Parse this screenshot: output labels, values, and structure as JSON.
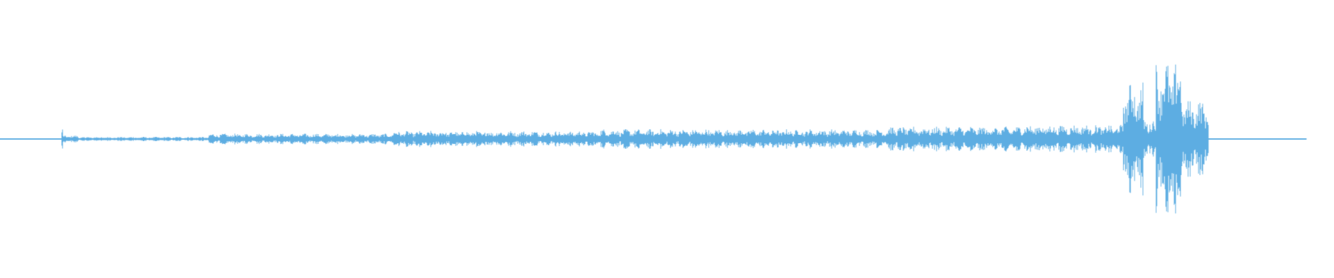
{
  "waveform": {
    "color": "#5dade2",
    "background": "#ffffff",
    "envelope_segments": [
      {
        "from": 0.0,
        "to": 0.047,
        "amp": 0.004
      },
      {
        "from": 0.047,
        "to": 0.048,
        "amp": 0.06
      },
      {
        "from": 0.048,
        "to": 0.06,
        "amp": 0.02
      },
      {
        "from": 0.06,
        "to": 0.16,
        "amp": 0.012
      },
      {
        "from": 0.16,
        "to": 0.3,
        "amp": 0.03
      },
      {
        "from": 0.3,
        "to": 0.46,
        "amp": 0.045
      },
      {
        "from": 0.46,
        "to": 0.68,
        "amp": 0.055
      },
      {
        "from": 0.68,
        "to": 0.78,
        "amp": 0.07
      },
      {
        "from": 0.78,
        "to": 0.86,
        "amp": 0.08
      },
      {
        "from": 0.86,
        "to": 0.875,
        "amp": 0.32
      },
      {
        "from": 0.875,
        "to": 0.885,
        "amp": 0.12
      },
      {
        "from": 0.885,
        "to": 0.905,
        "amp": 0.45
      },
      {
        "from": 0.905,
        "to": 0.925,
        "amp": 0.22
      },
      {
        "from": 0.925,
        "to": 1.0,
        "amp": 0.004
      }
    ]
  }
}
